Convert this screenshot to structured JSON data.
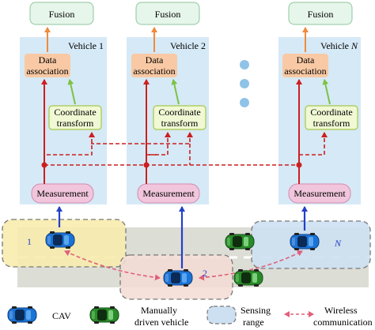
{
  "vehicles": [
    {
      "title": "Vehicle 1",
      "fusion": "Fusion",
      "assoc": [
        "Data",
        "association"
      ],
      "transform": [
        "Coordinate",
        "transform"
      ],
      "measurement": "Measurement"
    },
    {
      "title": "Vehicle 2",
      "fusion": "Fusion",
      "assoc": [
        "Data",
        "association"
      ],
      "transform": [
        "Coordinate",
        "transform"
      ],
      "measurement": "Measurement"
    },
    {
      "title": "Vehicle ",
      "title_italic": "N",
      "fusion": "Fusion",
      "assoc": [
        "Data",
        "association"
      ],
      "transform": [
        "Coordinate",
        "transform"
      ],
      "measurement": "Measurement"
    }
  ],
  "road_labels": {
    "car1": "1",
    "car2": "2",
    "carN": "N"
  },
  "legend": {
    "cav": "CAV",
    "manual": [
      "Manually",
      "driven vehicle"
    ],
    "sensing": [
      "Sensing",
      "range"
    ],
    "wireless": [
      "Wireless",
      "communication"
    ]
  },
  "colors": {
    "panel": "#d6e9f6",
    "fusion": "#e6f6ea",
    "fusion_border": "#8fc69f",
    "assoc": "#f8c9a4",
    "transform": "#f0f8d4",
    "transform_border": "#a6c84a",
    "measure": "#f1c6dc",
    "red": "#cc1f1f",
    "orange": "#f08a3c",
    "green": "#7cc242",
    "blue": "#2340c8",
    "sense_yellow": "#f7ecae",
    "sense_pink": "#f3dcd3",
    "sense_blue": "#cde0f2",
    "road": "#dcddd5",
    "cav_body": "#1b73d6",
    "manual_body": "#2a8a2a"
  },
  "icons": [
    "dots-ellipsis-icon",
    "cav-car-icon",
    "manual-car-icon",
    "sensing-range-icon",
    "wireless-arrow-icon"
  ]
}
